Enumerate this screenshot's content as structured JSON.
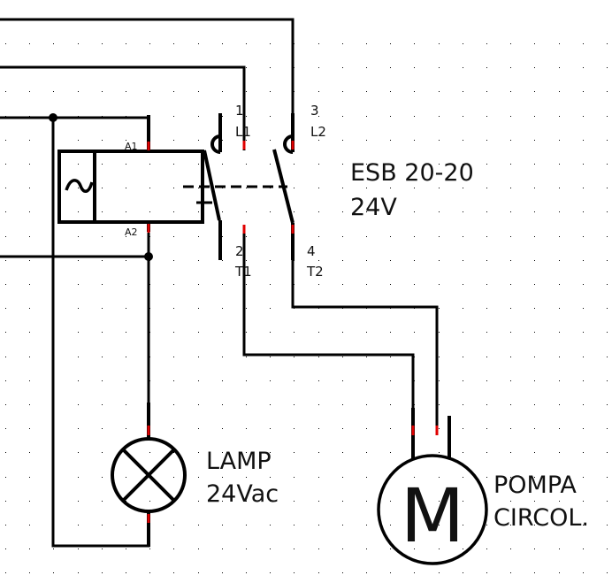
{
  "diagram": {
    "type": "electrical-schematic",
    "colors": {
      "wire": "#000000",
      "terminal": "#e00000",
      "grid_dot": "#000000",
      "background": "#ffffff"
    },
    "contactor": {
      "label_line1": "ESB 20-20",
      "label_line2": "24V",
      "coil_terminals": {
        "a1": "A1",
        "a2": "A2"
      },
      "coil_symbol": "~",
      "contacts": [
        {
          "top_num": "1",
          "top_name": "L1",
          "bottom_num": "2",
          "bottom_name": "T1"
        },
        {
          "top_num": "3",
          "top_name": "L2",
          "bottom_num": "4",
          "bottom_name": "T2"
        }
      ]
    },
    "lamp": {
      "label_line1": "LAMP",
      "label_line2": "24Vac"
    },
    "motor": {
      "symbol": "M",
      "label_line1": "POMPA",
      "label_line2": "CIRCOL."
    }
  }
}
